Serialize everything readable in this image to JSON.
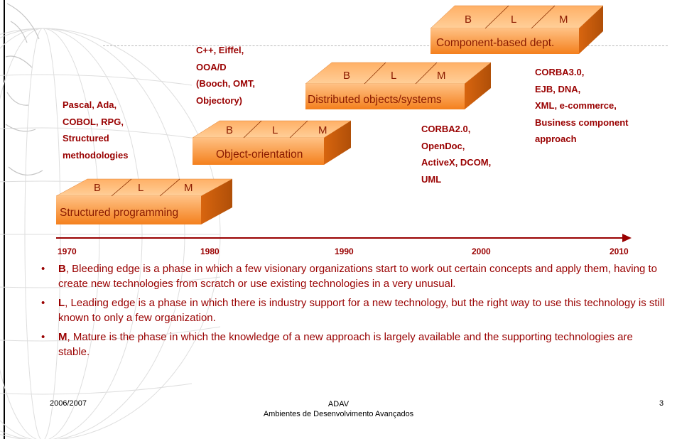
{
  "eras": [
    {
      "id": "structured-programming",
      "label": "Structured programming",
      "phases": [
        "B",
        "L",
        "M"
      ]
    },
    {
      "id": "object-orientation",
      "label": "Object-orientation",
      "phases": [
        "B",
        "L",
        "M"
      ]
    },
    {
      "id": "distributed-objects",
      "label": "Distributed objects/systems",
      "phases": [
        "B",
        "L",
        "M"
      ]
    },
    {
      "id": "component-based",
      "label": "Component-based dept.",
      "phases": [
        "B",
        "L",
        "M"
      ]
    }
  ],
  "tech_groups": [
    {
      "id": "structured",
      "lines": [
        "Pascal, Ada,",
        "COBOL, RPG,",
        "Structured",
        "methodologies"
      ]
    },
    {
      "id": "oo",
      "lines": [
        "C++, Eiffel,",
        "OOA/D",
        "(Booch, OMT,",
        "Objectory)"
      ]
    },
    {
      "id": "distributed",
      "lines": [
        "CORBA2.0,",
        "OpenDoc,",
        "ActiveX, DCOM,",
        "UML"
      ]
    },
    {
      "id": "component",
      "lines": [
        "CORBA3.0,",
        "EJB, DNA,",
        "XML, e-commerce,",
        "Business component",
        "approach"
      ]
    }
  ],
  "timeline": {
    "years": [
      "1970",
      "1980",
      "1990",
      "2000",
      "2010"
    ]
  },
  "bullets": [
    {
      "key": "B",
      "text": ", Bleeding edge is a phase in which a few visionary organizations start to work out certain concepts and apply them, having to create new technologies from scratch or use existing technologies in a very unusual."
    },
    {
      "key": "L",
      "text": ", Leading edge is a phase in which there is industry support for a new technology, but the right way to use this technology is still known to only a few organization."
    },
    {
      "key": "M",
      "text": ", Mature is the phase in which the knowledge of a new approach is largely available and the supporting technologies are stable."
    }
  ],
  "bullet_marker": "•",
  "footer": {
    "date": "2006/2007",
    "course": "ADAV",
    "course_full": "Ambientes de Desenvolvimento Avançados",
    "page": "3"
  },
  "colors": {
    "bar_front_light": "#ffb870",
    "bar_front_dark": "#f47e1a",
    "bar_top": "#ffc48a",
    "bar_side": "#c85a0a",
    "text_accent": "#990000",
    "axis": "#990000"
  }
}
